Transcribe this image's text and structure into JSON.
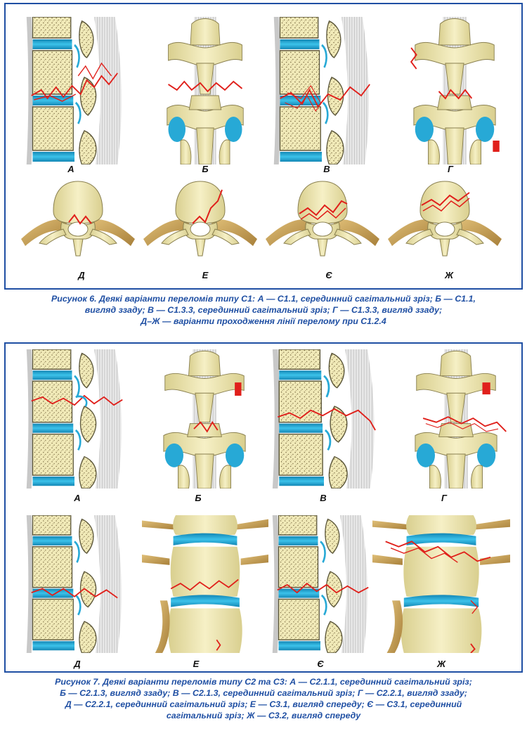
{
  "figure6": {
    "caption_line1": "Рисунок 6. Деякі варіанти переломів типу С1: А — С1.1, серединний сагітальний зріз; Б — С1.1,",
    "caption_line2": "вигляд ззаду; В — С1.3.3, серединний сагітальний зріз; Г — С1.3.3, вигляд ззаду;",
    "caption_line3": "Д–Ж — варіанти проходження лінії перелому при С1.2.4",
    "labels": [
      "А",
      "Б",
      "В",
      "Г",
      "Д",
      "Е",
      "Є",
      "Ж"
    ]
  },
  "figure7": {
    "caption_line1": "Рисунок 7. Деякі варіанти переломів типу С2 та С3: А — С2.1.1, серединний сагітальний зріз;",
    "caption_line2": "Б — С2.1.3, вигляд ззаду; В — С2.1.3, серединний сагітальний зріз; Г — С2.2.1, вигляд ззаду;",
    "caption_line3": "Д — С2.2.1, серединний сагітальний зріз; Е — С3.1, вигляд спереду; Є — С3.1, серединний",
    "caption_line4": "сагітальний зріз; Ж — С3.2, вигляд спереду",
    "labels": [
      "А",
      "Б",
      "В",
      "Г",
      "Д",
      "Е",
      "Є",
      "Ж"
    ]
  },
  "colors": {
    "frame_blue": "#1f4fa3",
    "bone": "#f1eab8",
    "bone_shadow": "#d9cf8f",
    "disc_blue": "#27a9d6",
    "fracture_red": "#e0201b",
    "cortex_dark": "#5a5538",
    "rib_tan": "#c9a25a"
  }
}
